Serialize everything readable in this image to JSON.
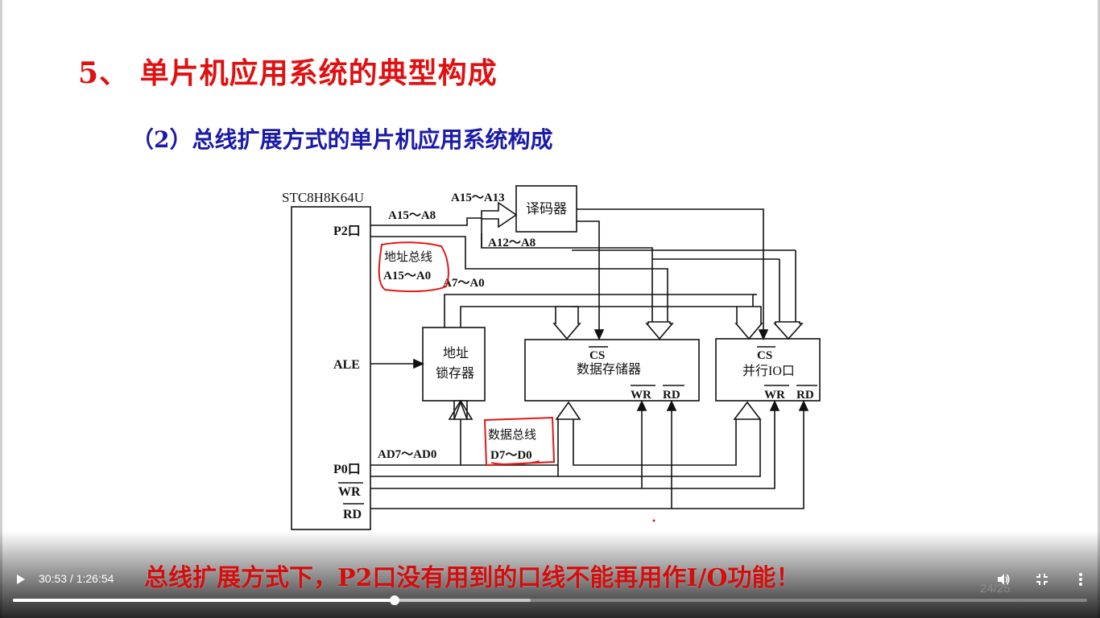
{
  "slide": {
    "title": "5、 单片机应用系统的典型构成",
    "subtitle": "（2）总线扩展方式的单片机应用系统构成",
    "page_indicator": "24/25"
  },
  "diagram": {
    "mcu_label": "STC8H8K64U",
    "p2_port": "P2口",
    "ale": "ALE",
    "p0_port": "P0口",
    "wr": "WR",
    "rd": "RD",
    "a15_a13": "A15～A13",
    "a15_a8": "A15～A8",
    "a12_a8": "A12～A8",
    "a7_a0": "A7～A0",
    "ad7_ad0": "AD7～AD0",
    "decoder": "译码器",
    "latch_line1": "地址",
    "latch_line2": "锁存器",
    "cs": "CS",
    "memory_label": "数据存储器",
    "io_label": "并行IO口",
    "address_bus_line1": "地址总线",
    "address_bus_line2": "A15～A0",
    "data_bus_line1": "数据总线",
    "data_bus_line2": "D7～D0",
    "annotation_color": "#e01818"
  },
  "video": {
    "caption": "总线扩展方式下，P2口没有用到的口线不能再用作I/O功能！",
    "current_time": "30:53",
    "separator": " / ",
    "duration": "1:26:54",
    "progress_fraction": 0.355,
    "buffered_fraction": 0.482,
    "icons": [
      "play-icon",
      "volume-icon",
      "exit-fullscreen-icon",
      "more-options-icon"
    ]
  }
}
